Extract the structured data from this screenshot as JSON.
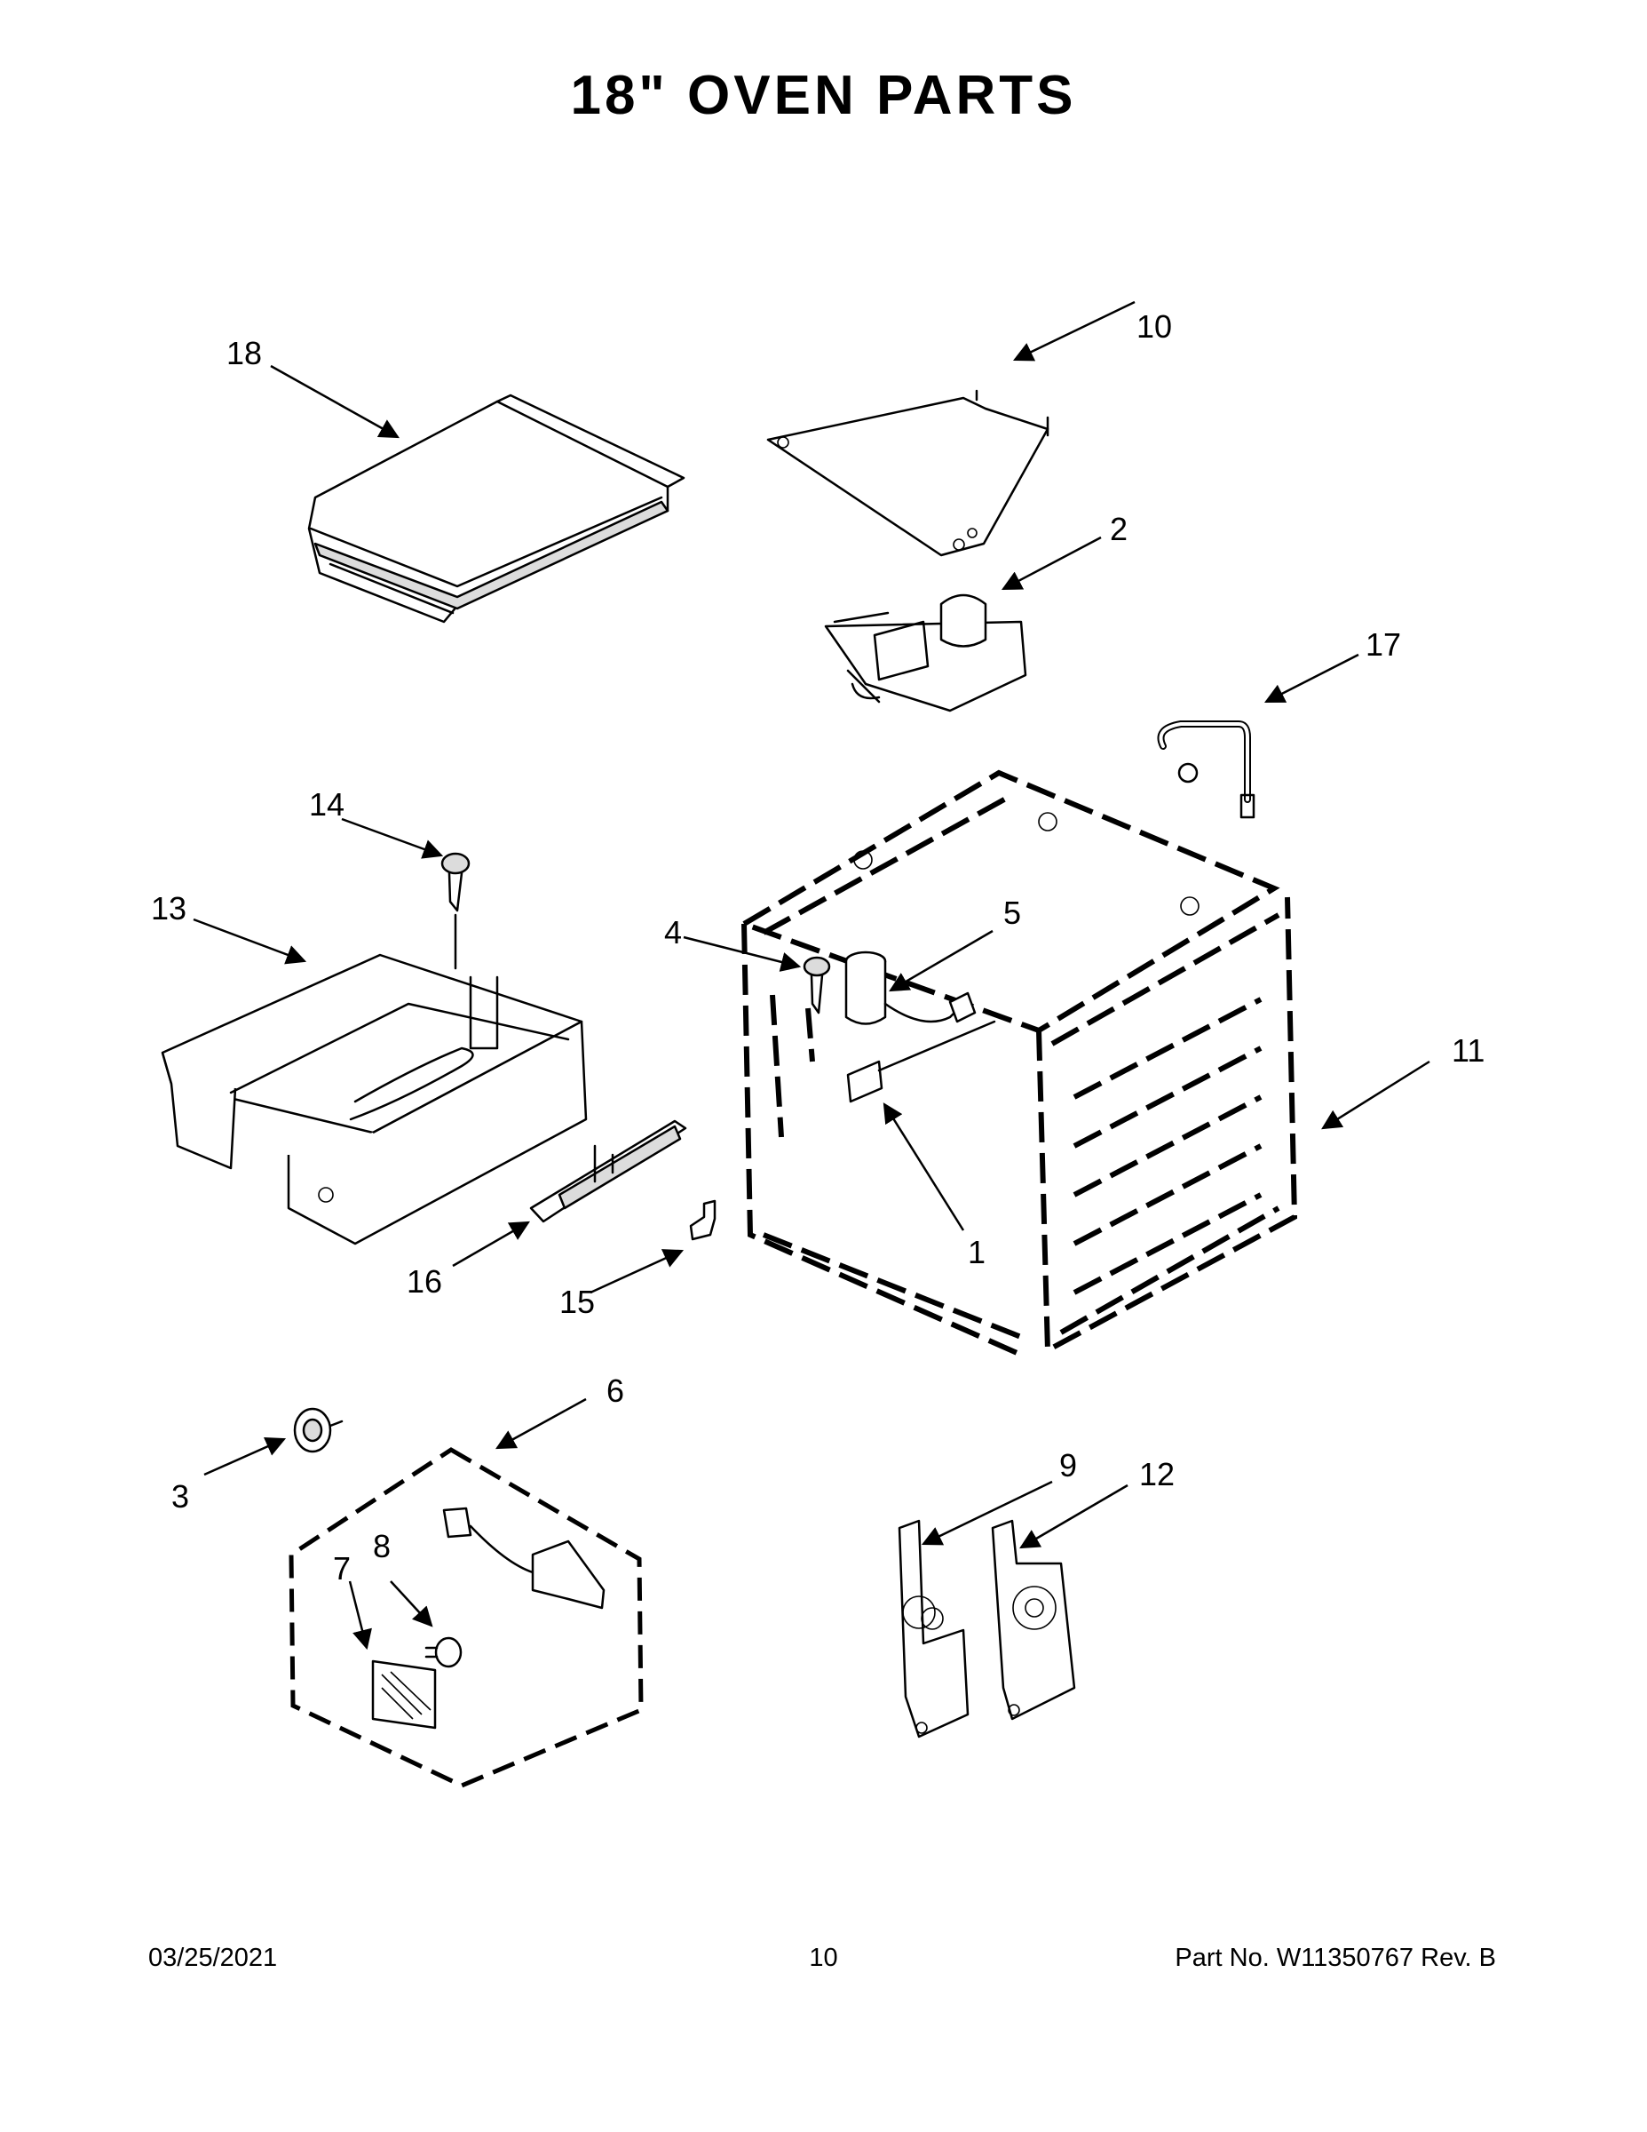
{
  "title": "18\" OVEN PARTS",
  "callouts": [
    "1",
    "2",
    "3",
    "4",
    "5",
    "6",
    "7",
    "8",
    "9",
    "10",
    "11",
    "12",
    "13",
    "14",
    "15",
    "16",
    "17",
    "18"
  ],
  "footer": {
    "date": "03/25/2021",
    "page": "10",
    "part_number": "Part No.  W11350767  Rev.  B"
  }
}
